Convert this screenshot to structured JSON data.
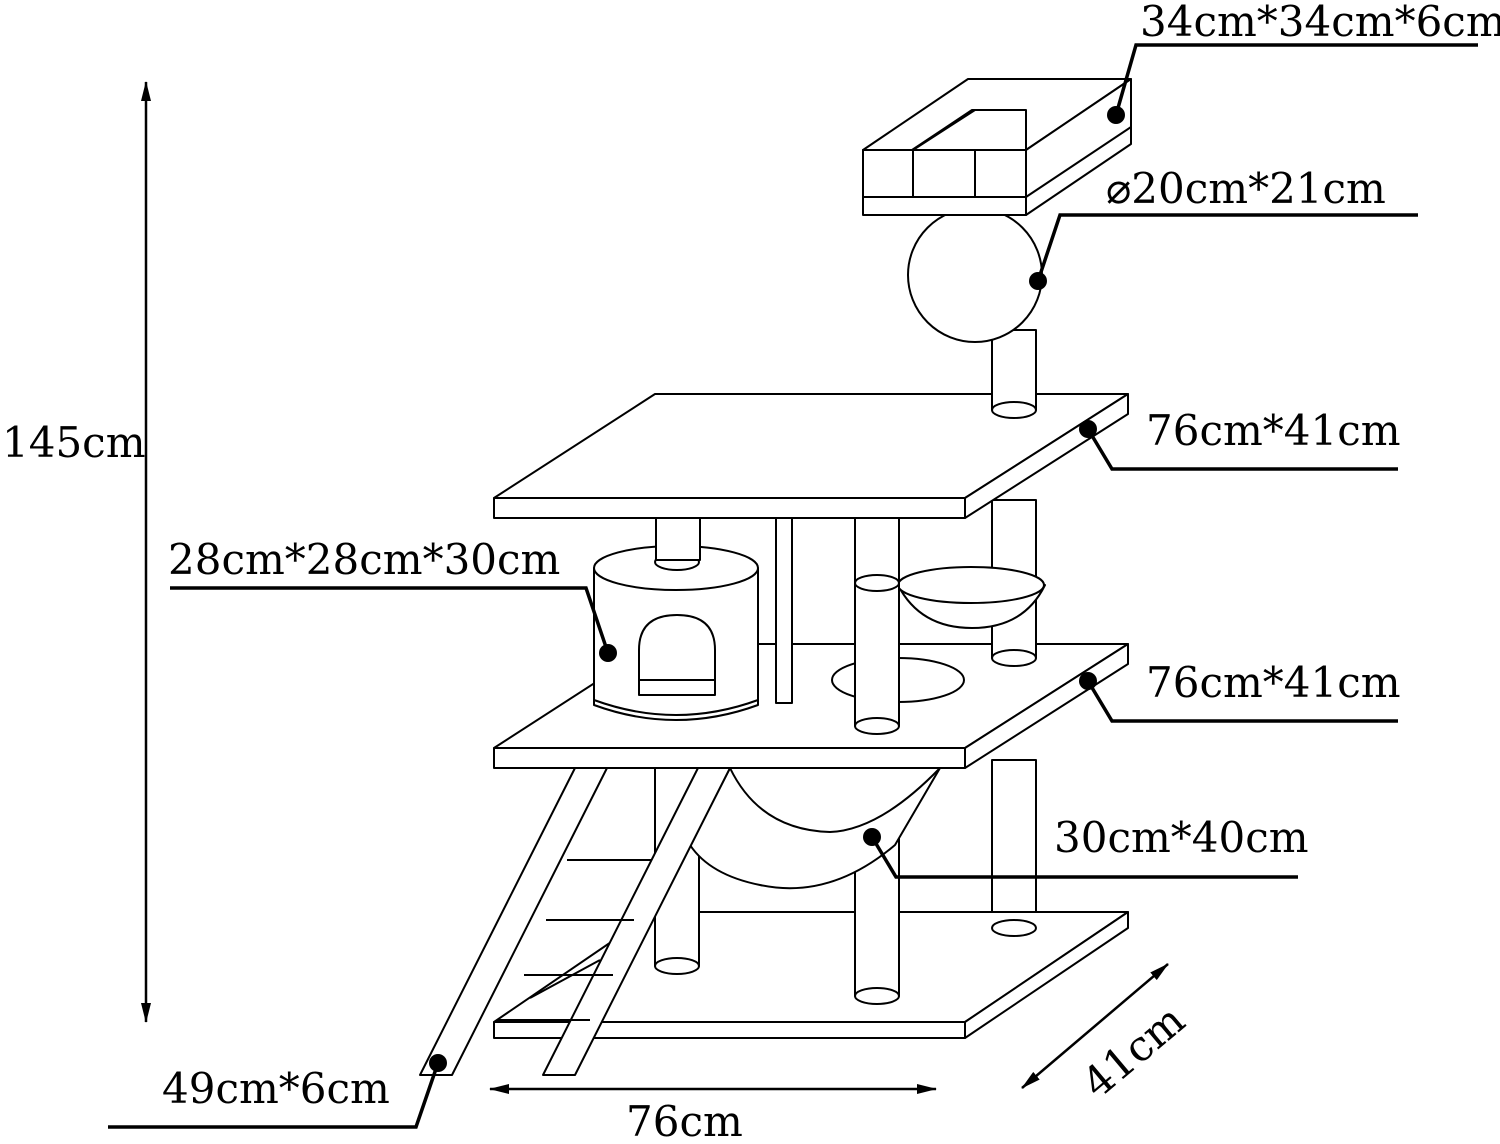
{
  "labels": {
    "top_perch": "34cm*34cm*6cm",
    "ball": "⌀20cm*21cm",
    "upper_platform": "76cm*41cm",
    "condo": "28cm*28cm*30cm",
    "middle_platform": "76cm*41cm",
    "hammock": "30cm*40cm",
    "ladder": "49cm*6cm",
    "height": "145cm",
    "width": "76cm",
    "depth": "41cm"
  },
  "colors": {
    "line": "#000000",
    "background": "#ffffff"
  }
}
